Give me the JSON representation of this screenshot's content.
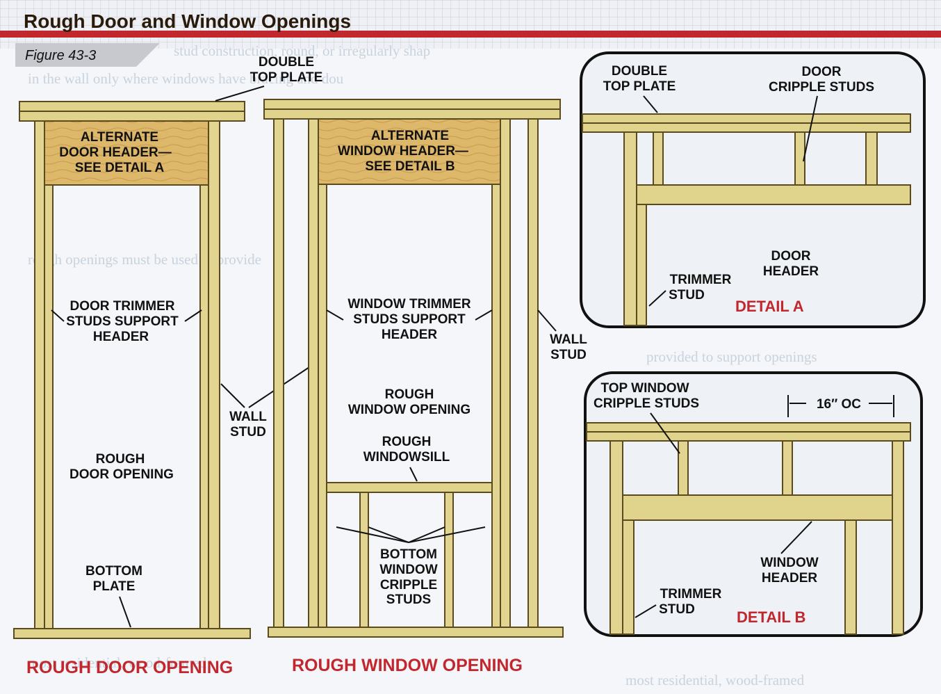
{
  "header": {
    "title": "Rough Door and Window Openings",
    "figure": "Figure 43-3"
  },
  "colors": {
    "accent_red": "#c2272d",
    "lumber": "#e2d592",
    "header_lumber": "#ddb86a",
    "background": "#f4f6f9"
  },
  "door_opening": {
    "caption": "ROUGH DOOR OPENING",
    "labels": {
      "top_plate": [
        "DOUBLE",
        "TOP PLATE"
      ],
      "header": [
        "ALTERNATE",
        "DOOR HEADER—",
        "SEE DETAIL A"
      ],
      "trimmer": [
        "DOOR TRIMMER",
        "STUDS SUPPORT",
        "HEADER"
      ],
      "wall_stud": [
        "WALL",
        "STUD"
      ],
      "opening": [
        "ROUGH",
        "DOOR OPENING"
      ],
      "bottom_plate": [
        "BOTTOM",
        "PLATE"
      ]
    }
  },
  "window_opening": {
    "caption": "ROUGH WINDOW OPENING",
    "labels": {
      "header": [
        "ALTERNATE",
        "WINDOW HEADER—",
        "SEE DETAIL B"
      ],
      "trimmer": [
        "WINDOW TRIMMER",
        "STUDS SUPPORT",
        "HEADER"
      ],
      "wall_stud": [
        "WALL",
        "STUD"
      ],
      "opening": [
        "ROUGH",
        "WINDOW OPENING"
      ],
      "sill": [
        "ROUGH",
        "WINDOWSILL"
      ],
      "bottom_cripples": [
        "BOTTOM",
        "WINDOW",
        "CRIPPLE",
        "STUDS"
      ]
    }
  },
  "detail_a": {
    "title": "DETAIL A",
    "labels": {
      "top_plate": [
        "DOUBLE",
        "TOP PLATE"
      ],
      "cripple": [
        "DOOR",
        "CRIPPLE STUDS"
      ],
      "header": [
        "DOOR",
        "HEADER"
      ],
      "trimmer": [
        "TRIMMER",
        "STUD"
      ]
    }
  },
  "detail_b": {
    "title": "DETAIL B",
    "labels": {
      "cripple": [
        "TOP WINDOW",
        "CRIPPLE STUDS"
      ],
      "spacing": "16″ OC",
      "header": [
        "WINDOW",
        "HEADER"
      ],
      "trimmer": [
        "TRIMMER",
        "STUD"
      ]
    }
  }
}
